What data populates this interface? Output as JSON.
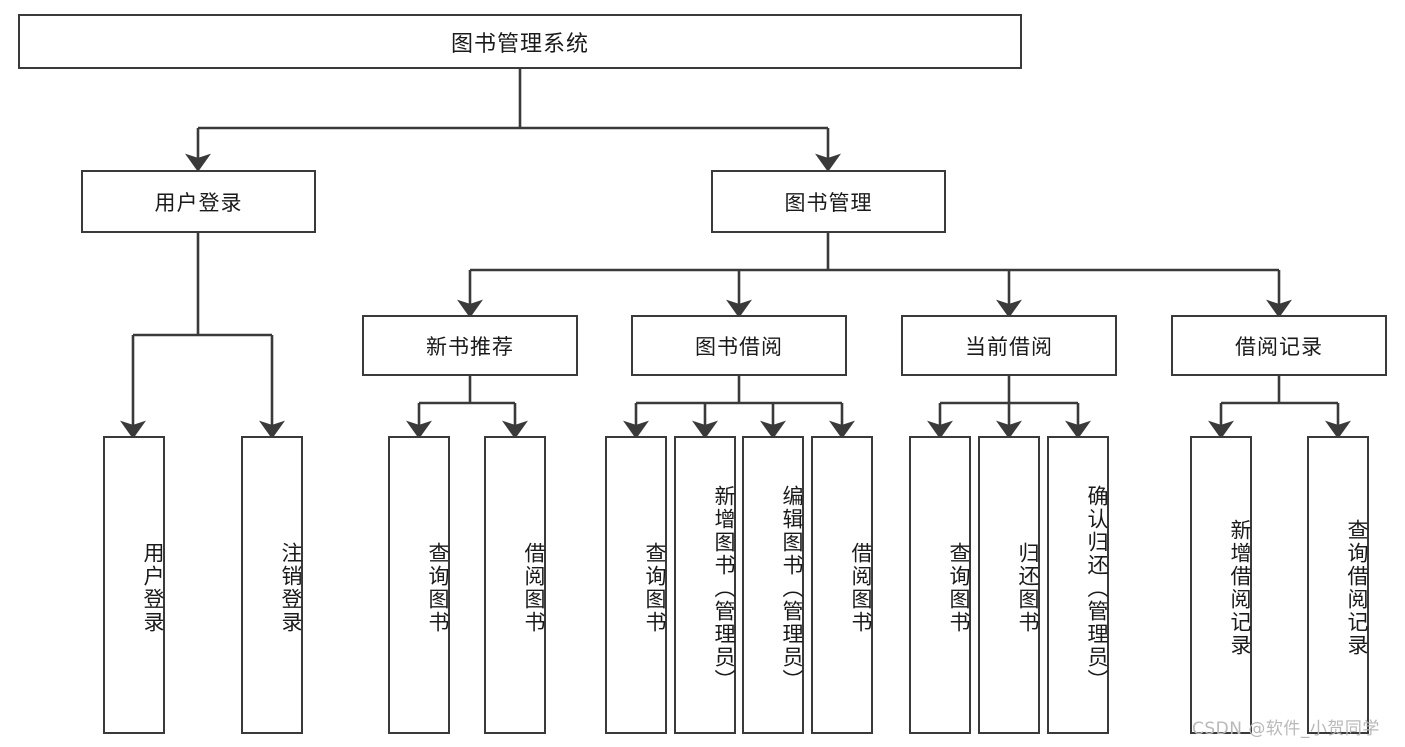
{
  "diagram": {
    "type": "tree-hierarchy-chart",
    "title": "图书管理系统",
    "level2": [
      {
        "id": "user-login",
        "label": "用户登录"
      },
      {
        "id": "book-manage",
        "label": "图书管理"
      }
    ],
    "level3": [
      {
        "id": "new-book-recommend",
        "label": "新书推荐"
      },
      {
        "id": "book-borrow",
        "label": "图书借阅"
      },
      {
        "id": "current-borrow",
        "label": "当前借阅"
      },
      {
        "id": "borrow-record",
        "label": "借阅记录"
      }
    ],
    "leaves": {
      "user_login": [
        {
          "id": "leaf-user-login",
          "label": "用户登录"
        },
        {
          "id": "leaf-logout-login",
          "label": "注销登录"
        }
      ],
      "new_book_recommend": [
        {
          "id": "leaf-query-book-1",
          "label": "查询图书"
        },
        {
          "id": "leaf-borrow-book-1",
          "label": "借阅图书"
        }
      ],
      "book_borrow": [
        {
          "id": "leaf-query-book-2",
          "label": "查询图书"
        },
        {
          "id": "leaf-add-book-admin",
          "label": "新增图书（管理员）"
        },
        {
          "id": "leaf-edit-book-admin",
          "label": "编辑图书（管理员）"
        },
        {
          "id": "leaf-borrow-book-2",
          "label": "借阅图书"
        }
      ],
      "current_borrow": [
        {
          "id": "leaf-query-book-3",
          "label": "查询图书"
        },
        {
          "id": "leaf-return-book",
          "label": "归还图书"
        },
        {
          "id": "leaf-confirm-return-admin",
          "label": "确认归还（管理员）"
        }
      ],
      "borrow_record": [
        {
          "id": "leaf-add-borrow-record",
          "label": "新增借阅记录"
        },
        {
          "id": "leaf-query-borrow-record",
          "label": "查询借阅记录"
        }
      ]
    },
    "watermark": "CSDN @软件_小贺同学",
    "colors": {
      "stroke": "#3a3a3a",
      "background": "#ffffff",
      "text": "#1a1a1a",
      "watermark": "#b9b9b9"
    }
  }
}
